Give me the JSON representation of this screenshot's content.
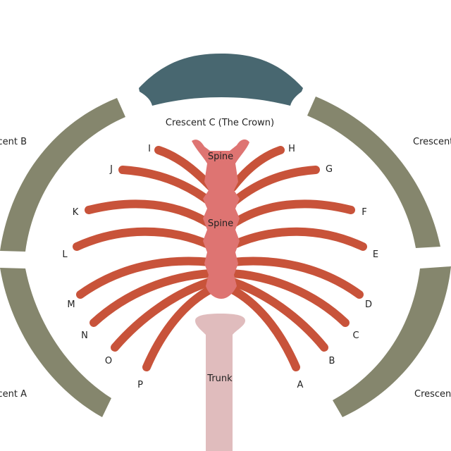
{
  "colors": {
    "background": "#ffffff",
    "crescent": "#85866d",
    "crown": "#486770",
    "frond": "#c8533a",
    "spine": "#de7472",
    "trunk": "#e0bcbd",
    "text": "#222222"
  },
  "crescents": {
    "a": "Crescent A",
    "b": "Crescent B",
    "c": "Crescent C (The Crown)",
    "d": "Crescent",
    "e": "Crescent"
  },
  "spine_labels": [
    "Spine",
    "Spine"
  ],
  "trunk_label": "Trunk",
  "fronds_right": [
    "A",
    "B",
    "C",
    "D",
    "E",
    "F",
    "G",
    "H"
  ],
  "fronds_left": [
    "P",
    "O",
    "N",
    "M",
    "L",
    "K",
    "J",
    "I"
  ]
}
